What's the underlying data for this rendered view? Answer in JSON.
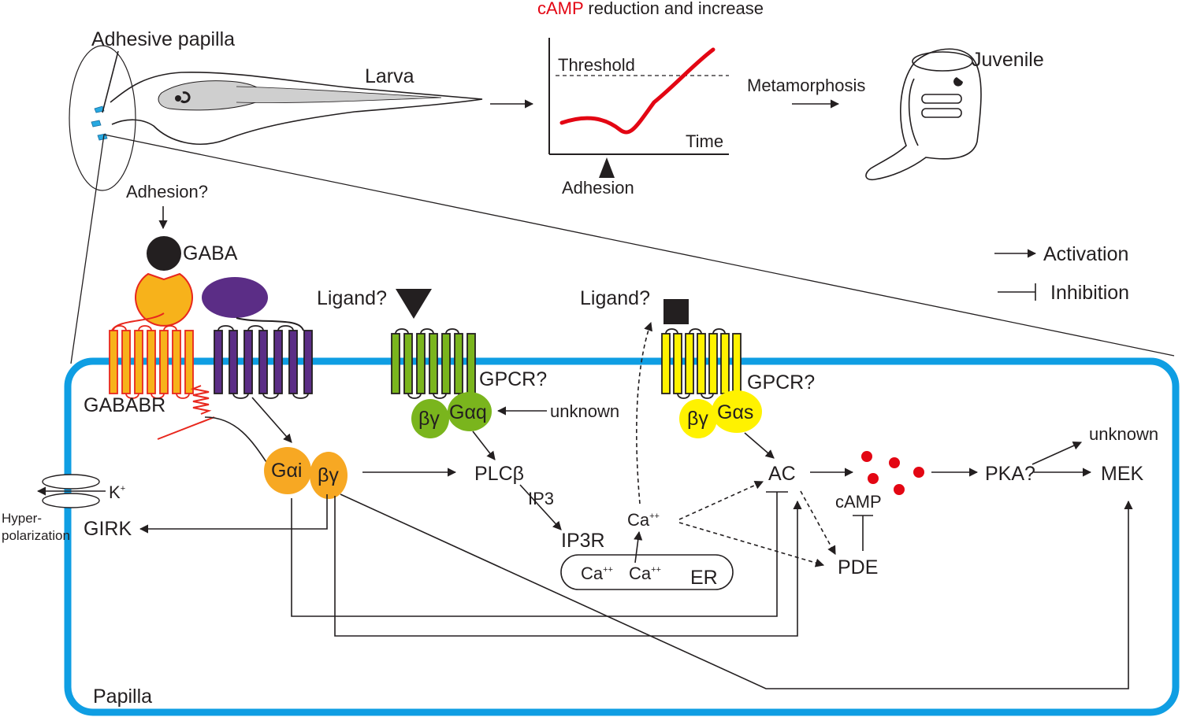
{
  "colors": {
    "cell_border": "#0f9ee3",
    "gababr": "#f5a623",
    "gababr_outline": "#e8271d",
    "receptor_purple": "#5b2d86",
    "gpcr_green": "#7ab51d",
    "gpcr_yellow": "#fff200",
    "gai_orange": "#f7a823",
    "camp_red": "#e30613",
    "papilla_blue": "#27a9e1"
  },
  "top": {
    "adhesive_papilla": "Adhesive papilla",
    "larva": "Larva",
    "graph_title_highlight": "cAMP",
    "graph_title_rest": " reduction and increase",
    "threshold": "Threshold",
    "time": "Time",
    "adhesion": "Adhesion",
    "metamorphosis": "Metamorphosis",
    "juvenile": "Juvenile"
  },
  "legend": {
    "activation": "Activation",
    "inhibition": "Inhibition"
  },
  "cell": {
    "papilla": "Papilla",
    "adhesion_q": "Adhesion?",
    "gaba": "GABA",
    "gababr": "GABABR",
    "ligand1": "Ligand?",
    "ligand2": "Ligand?",
    "gpcr1": "GPCR?",
    "gpcr2": "GPCR?",
    "gaq": "Gαq",
    "gas": "Gαs",
    "gai": "Gαi",
    "bg": "βγ",
    "unknown1": "unknown",
    "unknown2": "unknown",
    "plcb": "PLCβ",
    "ip3": "IP3",
    "ip3r": "IP3R",
    "ca": "Ca",
    "ca_sup": "++",
    "er": "ER",
    "ac": "AC",
    "camp": "cAMP",
    "pde": "PDE",
    "pka": "PKA?",
    "mek": "MEK",
    "girk": "GIRK",
    "k": "K",
    "k_sup": "+",
    "hyper1": "Hyper-",
    "hyper2": "polarization"
  }
}
